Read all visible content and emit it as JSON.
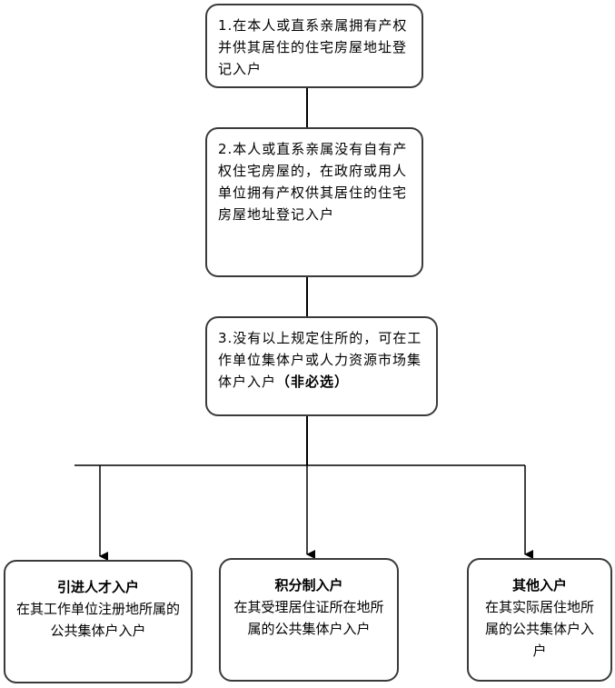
{
  "steps": [
    {
      "text": "1.在本人或直系亲属拥有产权并供其居住的住宅房屋地址登记入户"
    },
    {
      "text": "2.本人或直系亲属没有自有产权住宅房屋的，在政府或用人单位拥有产权供其居住的住宅房屋地址登记入户"
    },
    {
      "text": "3.没有以上规定住所的，可在工作单位集体户或人力资源市场集体户入户",
      "note": "（非必选）"
    }
  ],
  "categories": [
    {
      "title": "引进人才入户",
      "desc": "在其工作单位注册地所属的公共集体户入户"
    },
    {
      "title": "积分制入户",
      "desc": "在其受理居住证所在地所属的公共集体户入户"
    },
    {
      "title": "其他入户",
      "desc": "在其实际居住地所属的公共集体户入户"
    }
  ]
}
